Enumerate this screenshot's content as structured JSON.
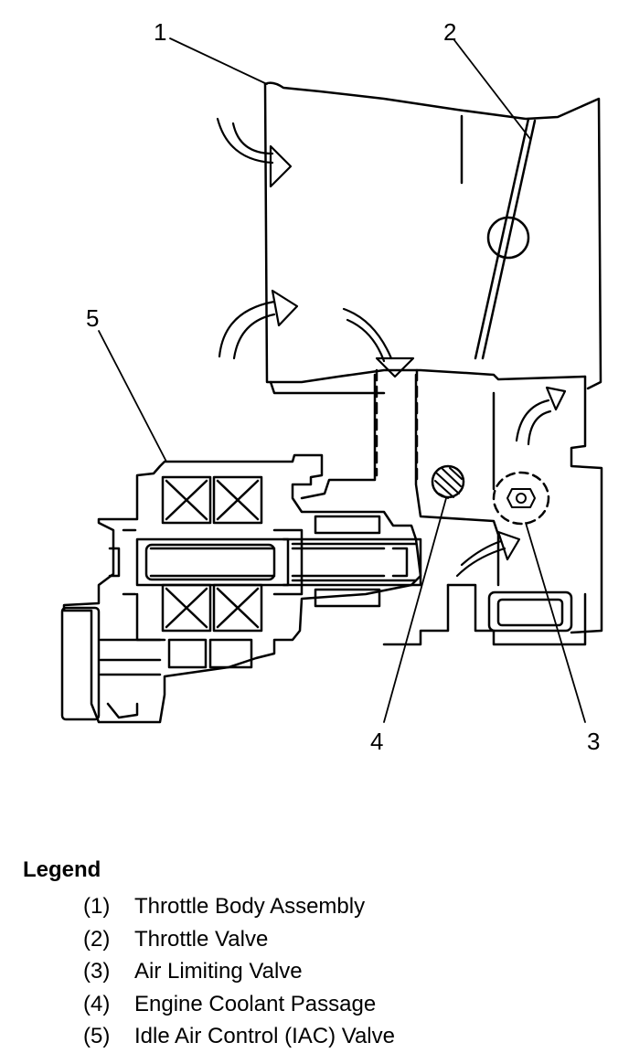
{
  "callouts": {
    "c1": "1",
    "c2": "2",
    "c3": "3",
    "c4": "4",
    "c5": "5"
  },
  "legend": {
    "title": "Legend",
    "items": [
      {
        "num": "(1)",
        "label": "Throttle Body Assembly"
      },
      {
        "num": "(2)",
        "label": "Throttle Valve"
      },
      {
        "num": "(3)",
        "label": "Air Limiting Valve"
      },
      {
        "num": "(4)",
        "label": "Engine Coolant Passage"
      },
      {
        "num": "(5)",
        "label": "Idle Air Control (IAC) Valve"
      }
    ]
  }
}
